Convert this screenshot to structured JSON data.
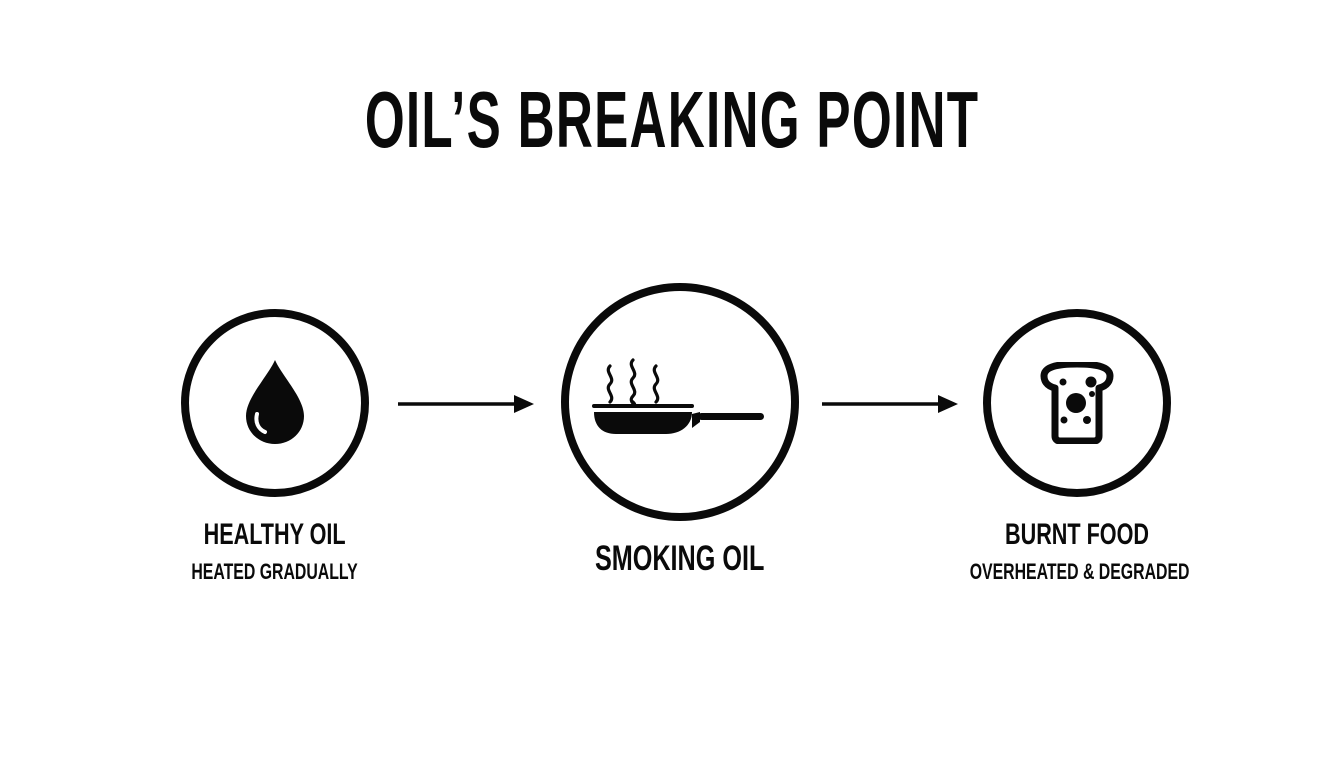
{
  "title": "OIL’S BREAKING POINT",
  "colors": {
    "ink": "#0a0a0a",
    "background": "#ffffff"
  },
  "stages": [
    {
      "icon": "oil-drop-icon",
      "label": "HEALTHY OIL",
      "sublabel": "HEATED GRADUALLY"
    },
    {
      "icon": "smoking-pan-icon",
      "label": "SMOKING OIL",
      "sublabel": ""
    },
    {
      "icon": "burnt-toast-icon",
      "label": "BURNT FOOD",
      "sublabel": "OVERHEATED & DEGRADED"
    }
  ],
  "connectors": [
    {
      "from": "HEALTHY OIL",
      "to": "SMOKING OIL",
      "icon": "arrow-right-icon"
    },
    {
      "from": "SMOKING OIL",
      "to": "BURNT FOOD",
      "icon": "arrow-right-icon"
    }
  ]
}
